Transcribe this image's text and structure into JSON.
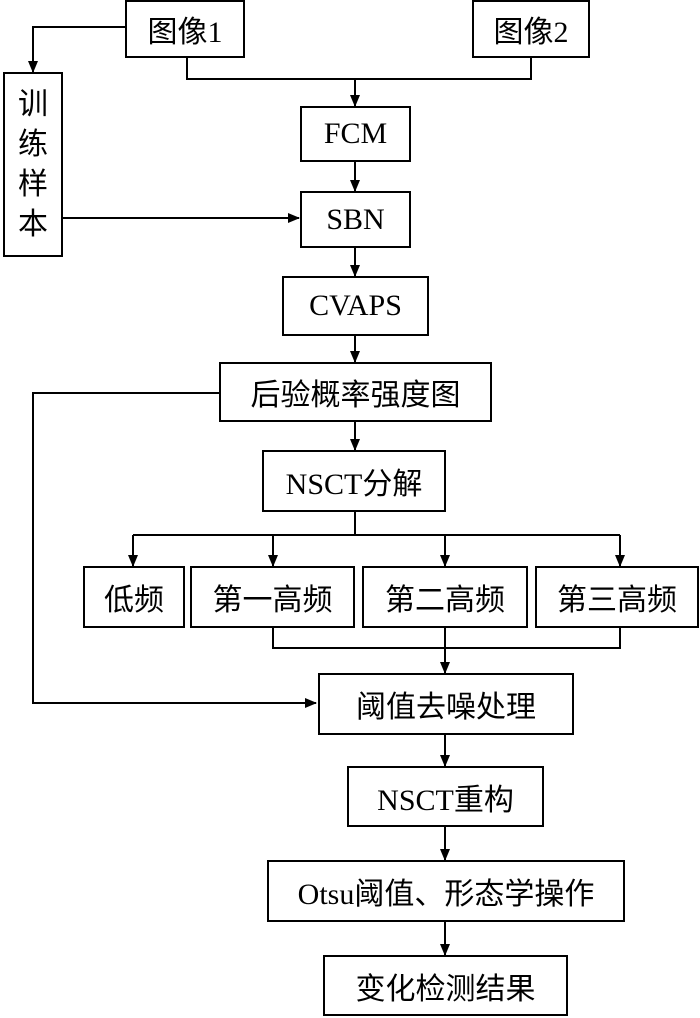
{
  "nodes": {
    "image1": "图像1",
    "image2": "图像2",
    "training_chars": [
      "训",
      "练",
      "样",
      "本"
    ],
    "fcm": "FCM",
    "sbn": "SBN",
    "cvaps": "CVAPS",
    "posterior": "后验概率强度图",
    "nsct_decomp": "NSCT分解",
    "lowfreq": "低频",
    "high1": "第一高频",
    "high2": "第二高频",
    "high3": "第三高频",
    "threshold_denoise": "阈值去噪处理",
    "nsct_recon": "NSCT重构",
    "otsu": "Otsu阈值、形态学操作",
    "result": "变化检测结果"
  }
}
